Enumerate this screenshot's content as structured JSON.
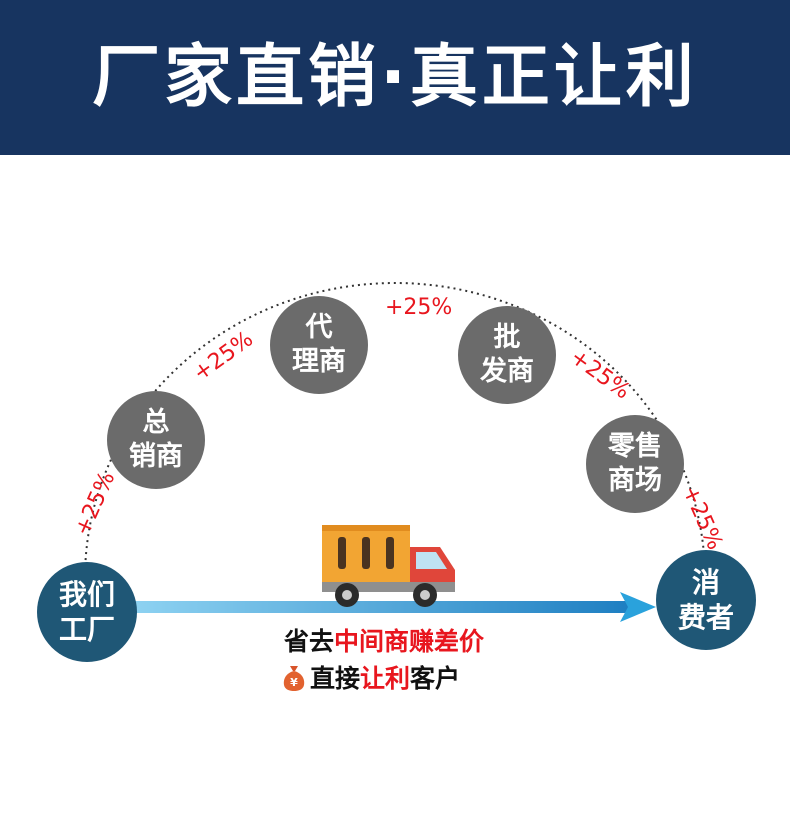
{
  "header": {
    "title": "厂家直销·真正让利"
  },
  "colors": {
    "banner_background": "#173460",
    "node_gray": "#6b6b6b",
    "endpoint_blue": "#1f5776",
    "markup_red": "#e8161e",
    "arrow_blue": "#36a9e0",
    "truck_cargo": "#f2a533",
    "truck_cab": "#e0463a"
  },
  "nodes": {
    "factory": {
      "line1": "我们",
      "line2": "工厂"
    },
    "distributor": {
      "line1": "总",
      "line2": "销商"
    },
    "agent": {
      "line1": "代",
      "line2": "理商"
    },
    "wholesaler": {
      "line1": "批",
      "line2": "发商"
    },
    "retail_mall": {
      "line1": "零售",
      "line2": "商场"
    },
    "consumer": {
      "line1": "消",
      "line2": "费者"
    }
  },
  "markups": {
    "m1": "+25%",
    "m2": "+25%",
    "m3": "+25%",
    "m4": "+25%",
    "m5": "+25%"
  },
  "caption": {
    "line1_prefix": "省去",
    "line1_highlight": "中间商赚差价",
    "line2_icon": "money-bag-icon",
    "line2_prefix": "直接",
    "line2_highlight": "让利",
    "line2_suffix": "客户"
  },
  "icons": {
    "truck": "delivery-truck-icon",
    "arrow": "right-arrow-icon"
  }
}
